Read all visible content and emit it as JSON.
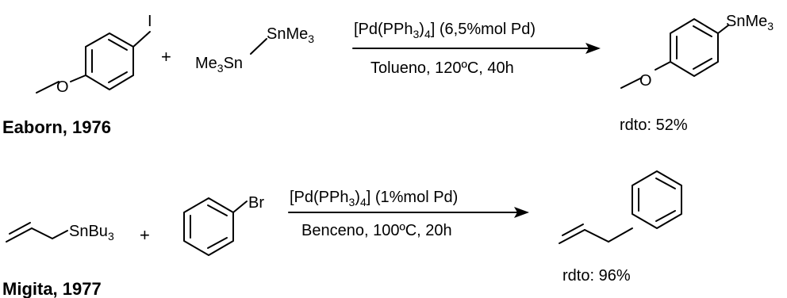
{
  "reaction1": {
    "reactant1": {
      "substituent": "I",
      "oxygen": "O"
    },
    "plus": "+",
    "reactant2": {
      "left_prefix": "Me",
      "left_sub": "3",
      "left_suffix": "Sn",
      "right_prefix": "SnMe",
      "right_sub": "3"
    },
    "conditions": {
      "catalyst_a": "[Pd(PPh",
      "catalyst_sub1": "3",
      "catalyst_b": ")",
      "catalyst_sub2": "4",
      "catalyst_c": "] (6,5%mol Pd)",
      "solvent": "Tolueno, 120ºC, 40h"
    },
    "product": {
      "substituent": "SnMe",
      "substituent_sub": "3",
      "oxygen": "O"
    },
    "yield": "rdto: 52%",
    "reference": "Eaborn, 1976"
  },
  "reaction2": {
    "reactant1": {
      "label": "SnBu",
      "label_sub": "3"
    },
    "plus": "+",
    "reactant2": {
      "substituent": "Br"
    },
    "conditions": {
      "catalyst_a": "[Pd(PPh",
      "catalyst_sub1": "3",
      "catalyst_b": ")",
      "catalyst_sub2": "4",
      "catalyst_c": "] (1%mol Pd)",
      "solvent": "Benceno, 100ºC, 20h"
    },
    "yield": "rdto: 96%",
    "reference": "Migita, 1977"
  }
}
